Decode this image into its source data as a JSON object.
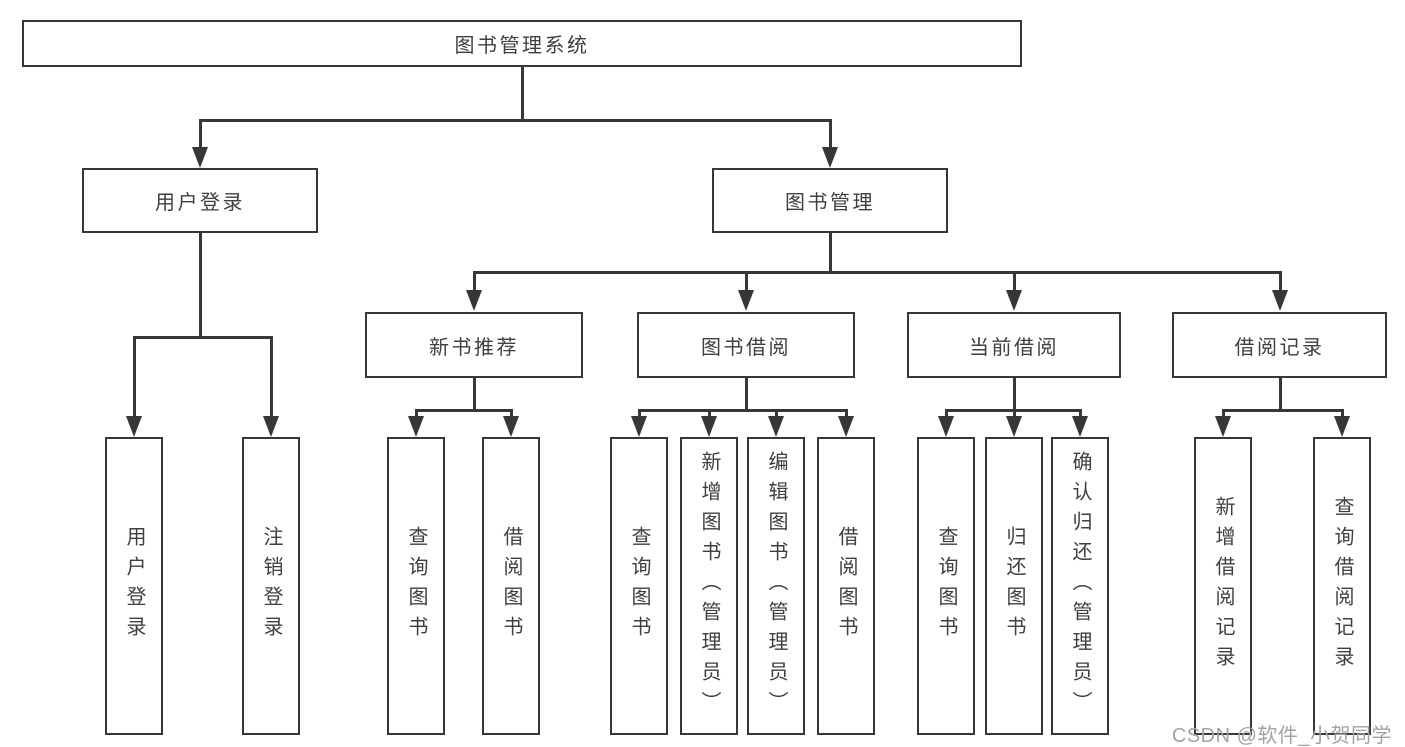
{
  "diagram": {
    "type": "functional-structure-tree",
    "root": "图书管理系统",
    "level2": [
      "用户登录",
      "图书管理"
    ],
    "level3": [
      "新书推荐",
      "图书借阅",
      "当前借阅",
      "借阅记录"
    ],
    "leaves": {
      "login": [
        "用户登录",
        "注销登录"
      ],
      "recommend": [
        "查询图书",
        "借阅图书"
      ],
      "borrow": [
        "查询图书",
        "新增图书（管理员）",
        "编辑图书（管理员）",
        "借阅图书"
      ],
      "current": [
        "查询图书",
        "归还图书",
        "确认归还（管理员）"
      ],
      "records": [
        "新增借阅记录",
        "查询借阅记录"
      ]
    },
    "watermark": "CSDN @软件_小贺同学",
    "colors": {
      "line": "#373737",
      "text": "#3f3f3f",
      "watermark": "#a3a3a3",
      "background": "#ffffff"
    }
  }
}
